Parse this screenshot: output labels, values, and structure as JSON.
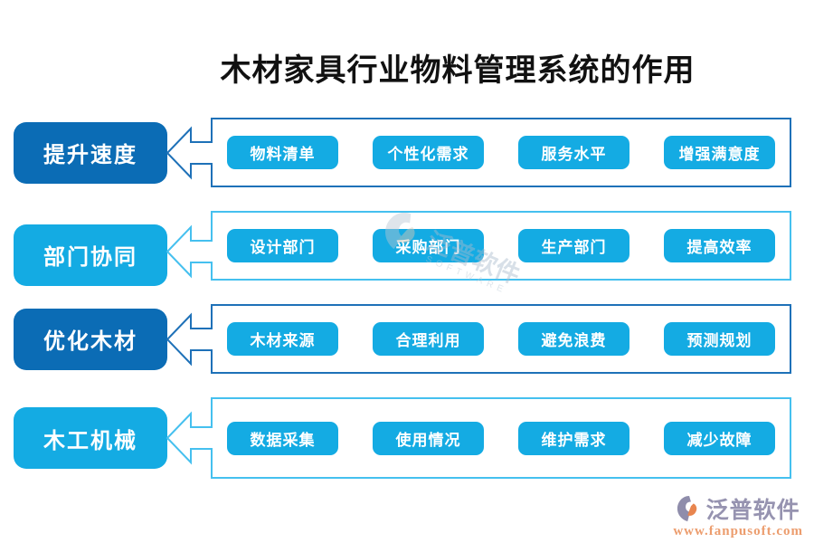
{
  "page": {
    "title": "木材家具行业物料管理系统的作用"
  },
  "rows": [
    {
      "label": "提升速度",
      "theme": "dark",
      "items": [
        "物料清单",
        "个性化需求",
        "服务水平",
        "增强满意度"
      ]
    },
    {
      "label": "部门协同",
      "theme": "light",
      "items": [
        "设计部门",
        "采购部门",
        "生产部门",
        "提高效率"
      ]
    },
    {
      "label": "优化木材",
      "theme": "dark",
      "items": [
        "木材来源",
        "合理利用",
        "避免浪费",
        "预测规划"
      ]
    },
    {
      "label": "木工机械",
      "theme": "light",
      "items": [
        "数据采集",
        "使用情况",
        "维护需求",
        "减少故障"
      ]
    }
  ],
  "watermark": {
    "brand": "泛普软件",
    "subtext": "SOFTWARE"
  },
  "footer": {
    "brand": "泛普软件",
    "url": "www.fanpusoft.com"
  },
  "colors": {
    "dark_blue": "#0b6cb5",
    "light_blue": "#14abe3",
    "panel_border_dark": "#1e71b8",
    "panel_border_light": "#45c0ef",
    "title_text": "#111111",
    "footer_brand": "#9693b0",
    "footer_url": "#ec9d6e"
  }
}
